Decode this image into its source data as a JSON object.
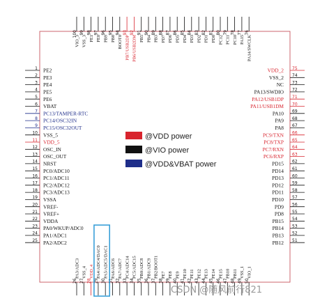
{
  "colors": {
    "body": "#c8555e",
    "vdd": "#d8242e",
    "vio": "#111111",
    "vbat": "#1f2e8a",
    "highlight": "#3aa0d8",
    "watermark": "#9a9a9a"
  },
  "pins": {
    "left": [
      {
        "num": "1",
        "label": "PE2",
        "domain": "vio"
      },
      {
        "num": "2",
        "label": "PE3",
        "domain": "vio"
      },
      {
        "num": "3",
        "label": "PE4",
        "domain": "vio"
      },
      {
        "num": "4",
        "label": "PE5",
        "domain": "vio"
      },
      {
        "num": "5",
        "label": "PE6",
        "domain": "vio"
      },
      {
        "num": "6",
        "label": "VBAT",
        "domain": "vio"
      },
      {
        "num": "7",
        "label": "PC13/TAMPER-RTC",
        "domain": "vbat"
      },
      {
        "num": "8",
        "label": "PC14/OSC32IN",
        "domain": "vbat"
      },
      {
        "num": "9",
        "label": "PC15/OSC32OUT",
        "domain": "vbat"
      },
      {
        "num": "10",
        "label": "VSS_5",
        "domain": "vio"
      },
      {
        "num": "11",
        "label": "VDD_5",
        "domain": "vdd"
      },
      {
        "num": "12",
        "label": "OSC_IN",
        "domain": "vio"
      },
      {
        "num": "13",
        "label": "OSC_OUT",
        "domain": "vio"
      },
      {
        "num": "14",
        "label": "NRST",
        "domain": "vio"
      },
      {
        "num": "15",
        "label": "PC0/ADC10",
        "domain": "vio"
      },
      {
        "num": "16",
        "label": "PC1/ADC11",
        "domain": "vio"
      },
      {
        "num": "17",
        "label": "PC2/ADC12",
        "domain": "vio"
      },
      {
        "num": "18",
        "label": "PC3/ADC13",
        "domain": "vio"
      },
      {
        "num": "19",
        "label": "VSSA",
        "domain": "vio"
      },
      {
        "num": "20",
        "label": "VREF-",
        "domain": "vio"
      },
      {
        "num": "21",
        "label": "VREF+",
        "domain": "vio"
      },
      {
        "num": "22",
        "label": "VDDA",
        "domain": "vio"
      },
      {
        "num": "23",
        "label": "PA0/WKUP/ADC0",
        "domain": "vio"
      },
      {
        "num": "24",
        "label": "PA1/ADC1",
        "domain": "vio"
      },
      {
        "num": "25",
        "label": "PA2/ADC2",
        "domain": "vio"
      }
    ],
    "right": [
      {
        "num": "75",
        "label": "VDD_2",
        "domain": "vdd"
      },
      {
        "num": "74",
        "label": "VSS_2",
        "domain": "vio"
      },
      {
        "num": "73",
        "label": "NC",
        "domain": "vio"
      },
      {
        "num": "72",
        "label": "PA13/SWDIO",
        "domain": "vio"
      },
      {
        "num": "71",
        "label": "PA12/USB1DP",
        "domain": "vdd"
      },
      {
        "num": "70",
        "label": "PA11/USB1DM",
        "domain": "vdd"
      },
      {
        "num": "69",
        "label": "PA10",
        "domain": "vio"
      },
      {
        "num": "68",
        "label": "PA9",
        "domain": "vio"
      },
      {
        "num": "67",
        "label": "PA8",
        "domain": "vio"
      },
      {
        "num": "66",
        "label": "PC9/TXN",
        "domain": "vdd"
      },
      {
        "num": "65",
        "label": "PC8/TXP",
        "domain": "vdd"
      },
      {
        "num": "64",
        "label": "PC7/RXN",
        "domain": "vdd"
      },
      {
        "num": "63",
        "label": "PC6/RXP",
        "domain": "vdd"
      },
      {
        "num": "62",
        "label": "PD15",
        "domain": "vio"
      },
      {
        "num": "61",
        "label": "PD14",
        "domain": "vio"
      },
      {
        "num": "60",
        "label": "PD13",
        "domain": "vio"
      },
      {
        "num": "59",
        "label": "PD12",
        "domain": "vio"
      },
      {
        "num": "58",
        "label": "PD11",
        "domain": "vio"
      },
      {
        "num": "57",
        "label": "PD10",
        "domain": "vio"
      },
      {
        "num": "56",
        "label": "PD9",
        "domain": "vio"
      },
      {
        "num": "55",
        "label": "PD8",
        "domain": "vio"
      },
      {
        "num": "54",
        "label": "PB15",
        "domain": "vio"
      },
      {
        "num": "53",
        "label": "PB14",
        "domain": "vio"
      },
      {
        "num": "52",
        "label": "PB13",
        "domain": "vio"
      },
      {
        "num": "51",
        "label": "PB12",
        "domain": "vio"
      }
    ],
    "top": [
      {
        "num": "100",
        "label": "VIO_3",
        "domain": "vio"
      },
      {
        "num": "99",
        "label": "VSS_3",
        "domain": "vio"
      },
      {
        "num": "98",
        "label": "PE1",
        "domain": "vio"
      },
      {
        "num": "97",
        "label": "PE0",
        "domain": "vio"
      },
      {
        "num": "96",
        "label": "PB9",
        "domain": "vio"
      },
      {
        "num": "95",
        "label": "PB8",
        "domain": "vio"
      },
      {
        "num": "94",
        "label": "BOOT0",
        "domain": "vio"
      },
      {
        "num": "93",
        "label": "PB7/USB2DP",
        "domain": "vdd"
      },
      {
        "num": "92",
        "label": "PB6/USB2DM",
        "domain": "vdd"
      },
      {
        "num": "91",
        "label": "PB5",
        "domain": "vio"
      },
      {
        "num": "90",
        "label": "PB4",
        "domain": "vio"
      },
      {
        "num": "89",
        "label": "PB3",
        "domain": "vio"
      },
      {
        "num": "88",
        "label": "PD7",
        "domain": "vio"
      },
      {
        "num": "87",
        "label": "PD6",
        "domain": "vio"
      },
      {
        "num": "86",
        "label": "PD5",
        "domain": "vio"
      },
      {
        "num": "85",
        "label": "PD4",
        "domain": "vio"
      },
      {
        "num": "84",
        "label": "PD3",
        "domain": "vio"
      },
      {
        "num": "83",
        "label": "PD2",
        "domain": "vio"
      },
      {
        "num": "82",
        "label": "PD1",
        "domain": "vio"
      },
      {
        "num": "81",
        "label": "PD0",
        "domain": "vio"
      },
      {
        "num": "80",
        "label": "PC12",
        "domain": "vio"
      },
      {
        "num": "79",
        "label": "PC11",
        "domain": "vio"
      },
      {
        "num": "78",
        "label": "PC10",
        "domain": "vio"
      },
      {
        "num": "77",
        "label": "PA15",
        "domain": "vio"
      },
      {
        "num": "76",
        "label": "PA14/SWCLK",
        "domain": "vio"
      }
    ],
    "bottom": [
      {
        "num": "26",
        "label": "PA3/ADC3",
        "domain": "vio"
      },
      {
        "num": "27",
        "label": "VSS_4",
        "domain": "vio"
      },
      {
        "num": "28",
        "label": "VDD_4",
        "domain": "vdd"
      },
      {
        "num": "29",
        "label": "PA4/ADC4/DAC0",
        "domain": "vio"
      },
      {
        "num": "30",
        "label": "PA5/ADC5/DAC1",
        "domain": "vio"
      },
      {
        "num": "31",
        "label": "PA6/ADC6",
        "domain": "vio"
      },
      {
        "num": "32",
        "label": "PA7/ADC7",
        "domain": "vio"
      },
      {
        "num": "33",
        "label": "PC4/ADC14",
        "domain": "vio"
      },
      {
        "num": "34",
        "label": "PC5/ADC15",
        "domain": "vio"
      },
      {
        "num": "35",
        "label": "PB0/ADC8",
        "domain": "vio"
      },
      {
        "num": "36",
        "label": "PB1/ADC9",
        "domain": "vio"
      },
      {
        "num": "37",
        "label": "PB2/BOOT1",
        "domain": "vio"
      },
      {
        "num": "38",
        "label": "PE7",
        "domain": "vio"
      },
      {
        "num": "39",
        "label": "PE8",
        "domain": "vio"
      },
      {
        "num": "40",
        "label": "PE9",
        "domain": "vio"
      },
      {
        "num": "41",
        "label": "PE10",
        "domain": "vio"
      },
      {
        "num": "42",
        "label": "PE11",
        "domain": "vio"
      },
      {
        "num": "43",
        "label": "PE12",
        "domain": "vio"
      },
      {
        "num": "44",
        "label": "PE13",
        "domain": "vio"
      },
      {
        "num": "45",
        "label": "PE14",
        "domain": "vio"
      },
      {
        "num": "46",
        "label": "PE15",
        "domain": "vio"
      },
      {
        "num": "47",
        "label": "PB10",
        "domain": "vio"
      },
      {
        "num": "48",
        "label": "PB11",
        "domain": "vio"
      },
      {
        "num": "49",
        "label": "VSS_1",
        "domain": "vio"
      },
      {
        "num": "50",
        "label": "VIO_1",
        "domain": "vio"
      }
    ]
  },
  "legend": [
    {
      "label": "@VDD power",
      "domain": "vdd"
    },
    {
      "label": "@VIO power",
      "domain": "vio"
    },
    {
      "label": "@VDD&VBAT power",
      "domain": "vbat"
    }
  ],
  "highlight": {
    "pins": [
      "29",
      "30"
    ]
  },
  "watermark": "CSDN @随风前行821"
}
